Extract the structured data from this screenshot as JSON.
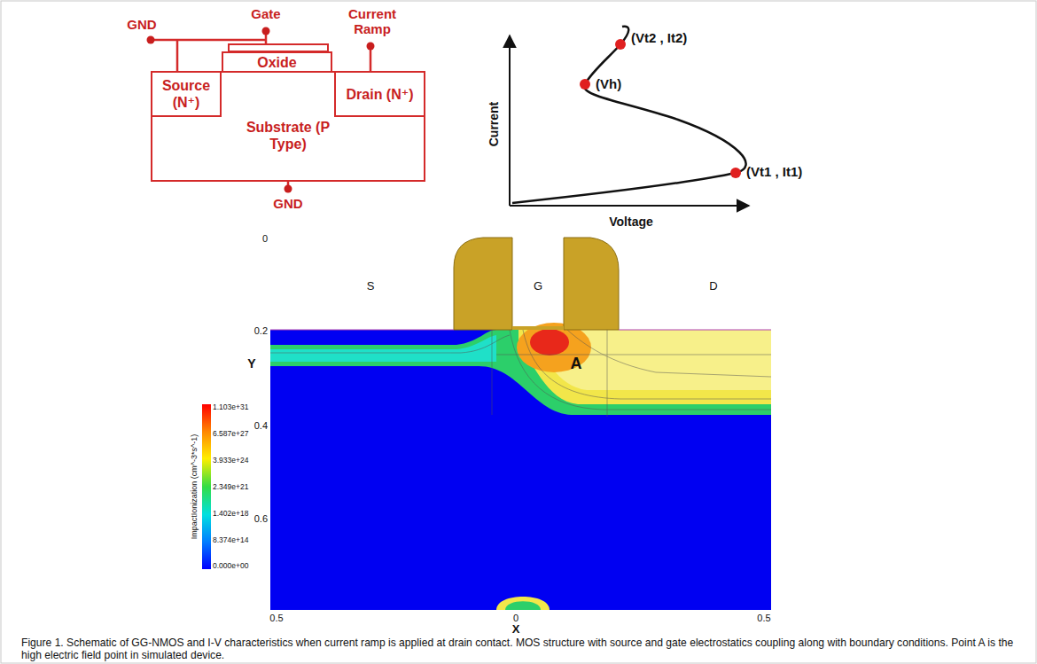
{
  "diagram": {
    "caption": "Figure 1. Schematic of GG-NMOS and I-V characteristics when current ramp is applied at drain contact. MOS structure with source and gate electrostatics coupling along with boundary conditions. Point A is the high electric field point in simulated device.",
    "nodes": [
      {
        "text": [
          "Substrate (P Type)"
        ]
      },
      {
        "text": [
          "Source (N⁺)"
        ],
        "in": 0
      },
      {
        "text": [
          "Drain (N⁺)"
        ],
        "in": 0
      },
      {
        "text": [
          "Oxide"
        ]
      }
    ],
    "labels": [
      "GND",
      "Gate",
      "Current Ramp",
      "GND",
      "Current",
      "Voltage",
      "(Vt2 , It2)",
      "(Vh)",
      "(Vt1 , It1)",
      "S",
      "G",
      "D",
      "A",
      "0",
      "0.2",
      "Y",
      "0.4",
      "0.6",
      "0.5",
      "0",
      "0.5",
      "X",
      "1.103e+31",
      "6.587e+27",
      "3.933e+24",
      "2.349e+21",
      "1.402e+18",
      "8.374e+14",
      "0.000e+00",
      "ImpactIonization (cm^-3*s^-1)"
    ]
  }
}
